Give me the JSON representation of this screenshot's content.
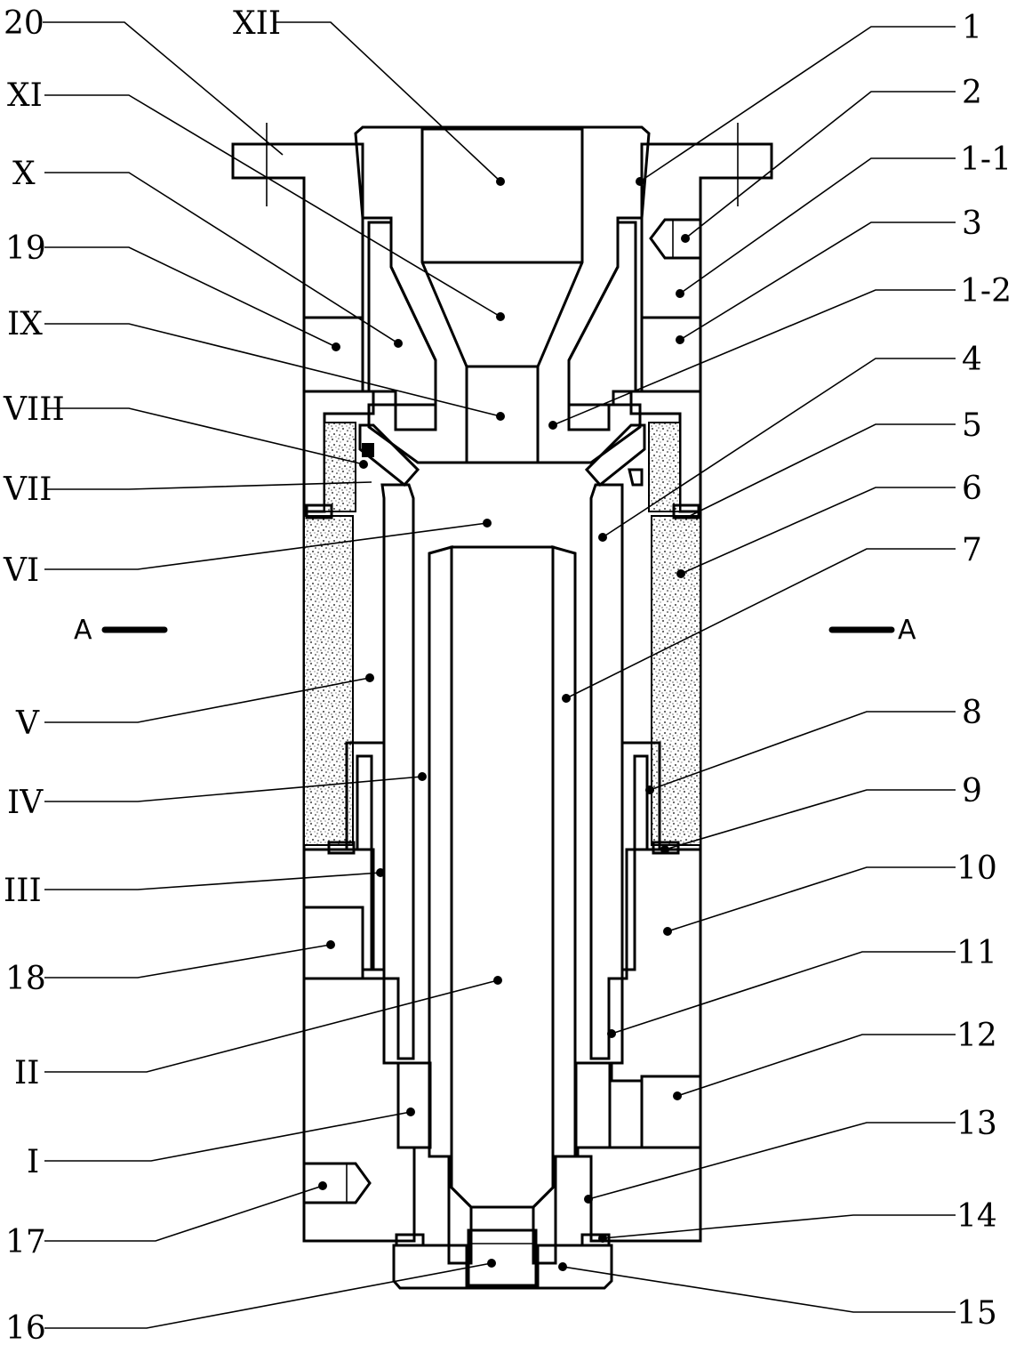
{
  "labels": {
    "left": [
      "20",
      "XII",
      "XI",
      "X",
      "19",
      "IX",
      "VIII",
      "VII",
      "VI",
      "V",
      "IV",
      "III",
      "18",
      "II",
      "I",
      "17",
      "16"
    ],
    "right": [
      "1",
      "2",
      "1-1",
      "3",
      "1-2",
      "4",
      "5",
      "6",
      "7",
      "8",
      "9",
      "10",
      "11",
      "12",
      "13",
      "14",
      "15"
    ]
  },
  "section": {
    "left": "A",
    "right": "A"
  }
}
